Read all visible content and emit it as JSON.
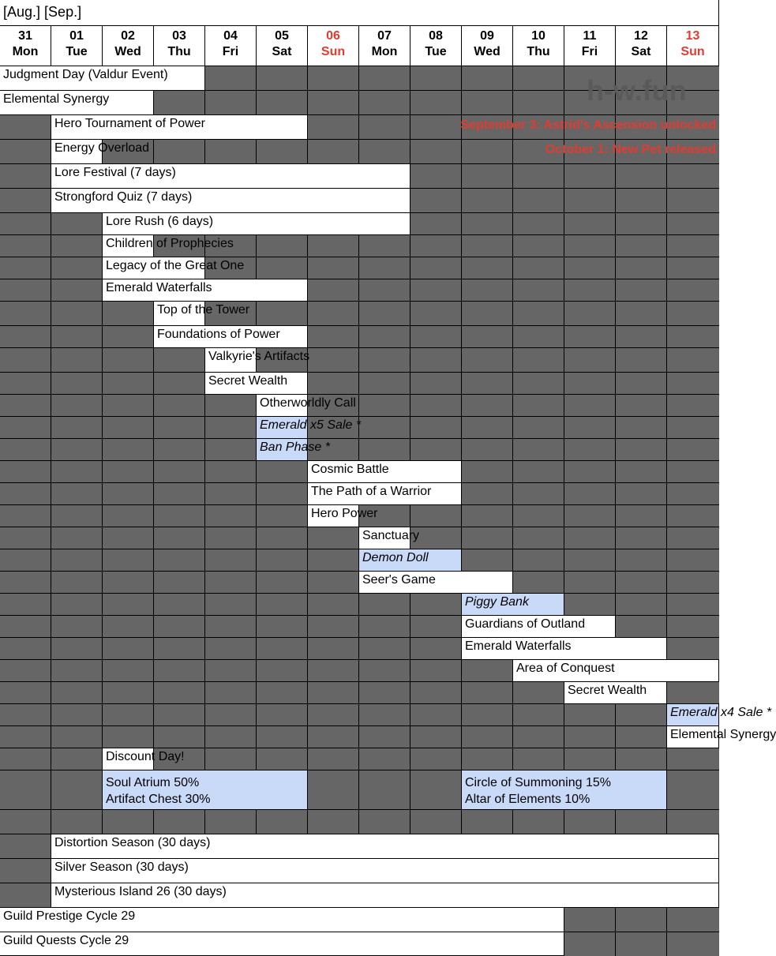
{
  "months": [
    "[Aug.]",
    "[Sep.]"
  ],
  "days": [
    {
      "num": "31",
      "dow": "Mon",
      "sun": false
    },
    {
      "num": "01",
      "dow": "Tue",
      "sun": false
    },
    {
      "num": "02",
      "dow": "Wed",
      "sun": false
    },
    {
      "num": "03",
      "dow": "Thu",
      "sun": false
    },
    {
      "num": "04",
      "dow": "Fri",
      "sun": false
    },
    {
      "num": "05",
      "dow": "Sat",
      "sun": false
    },
    {
      "num": "06",
      "dow": "Sun",
      "sun": true
    },
    {
      "num": "07",
      "dow": "Mon",
      "sun": false
    },
    {
      "num": "08",
      "dow": "Tue",
      "sun": false
    },
    {
      "num": "09",
      "dow": "Wed",
      "sun": false
    },
    {
      "num": "10",
      "dow": "Thu",
      "sun": false
    },
    {
      "num": "11",
      "dow": "Fri",
      "sun": false
    },
    {
      "num": "12",
      "dow": "Sat",
      "sun": false
    },
    {
      "num": "13",
      "dow": "Sun",
      "sun": true
    }
  ],
  "watermark": "h-w.fun",
  "notices": [
    "September 3: Astrid's Ascension unlocked",
    "October 1: New Pet released"
  ],
  "colors": {
    "blocked": "#666666",
    "active": "#ffffff",
    "sale": "#c9daf8",
    "sunday": "#e03c31"
  },
  "events": [
    {
      "label": "Judgment Day (Valdur Event)"
    },
    {
      "label": "Elemental Synergy"
    },
    {
      "label": "Hero Tournament of Power"
    },
    {
      "label": "Energy Overload"
    },
    {
      "label": "Lore Festival (7 days)"
    },
    {
      "label": "Strongford Quiz (7 days)"
    },
    {
      "label": "Lore Rush (6 days)"
    },
    {
      "label": "Children of Prophecies"
    },
    {
      "label": "Legacy of the Great One"
    },
    {
      "label": "Emerald Waterfalls"
    },
    {
      "label": "Top of the Tower"
    },
    {
      "label": "Foundations of Power"
    },
    {
      "label": "Valkyrie's Artifacts"
    },
    {
      "label": "Secret Wealth"
    },
    {
      "label": "Otherworldly Call"
    },
    {
      "label": "Emerald x5 Sale *"
    },
    {
      "label": "Ban Phase *"
    },
    {
      "label": "Cosmic Battle"
    },
    {
      "label": "The Path of a Warrior"
    },
    {
      "label": "Hero Power"
    },
    {
      "label": "Sanctuary"
    },
    {
      "label": "Demon Doll"
    },
    {
      "label": "Seer's Game"
    },
    {
      "label": "Piggy Bank"
    },
    {
      "label": "Guardians of Outland"
    },
    {
      "label": "Emerald Waterfalls"
    },
    {
      "label": "Area of Conquest"
    },
    {
      "label": "Secret Wealth"
    },
    {
      "label": "Emerald x4 Sale *"
    },
    {
      "label": "Elemental Synergy"
    },
    {
      "label": "Discount Day!"
    },
    {
      "line1": "Soul Atrium 50%",
      "line2": "Artifact Chest 30%"
    },
    {
      "line1": "Circle of Summoning 15%",
      "line2": "Altar of Elements 10%"
    },
    {
      "label": "Distortion Season (30 days)"
    },
    {
      "label": "Silver Season (30 days)"
    },
    {
      "label": "Mysterious Island 26 (30 days)"
    },
    {
      "label": "Guild Prestige Cycle 29"
    },
    {
      "label": "Guild Quests Cycle 29"
    }
  ]
}
